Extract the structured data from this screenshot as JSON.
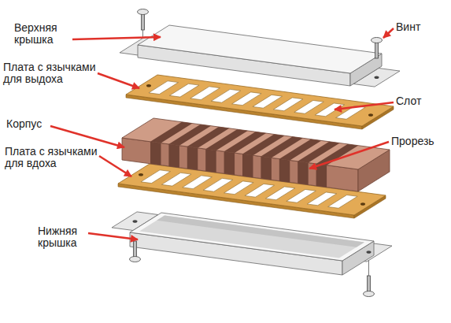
{
  "diagram": {
    "labels": [
      "Верхняя крышка",
      "Винт",
      "Плата с язычками для выдоха",
      "Слот",
      "Корпус",
      "Плата с язычками для вдоха",
      "Прорезь",
      "Нижняя крышка"
    ]
  }
}
